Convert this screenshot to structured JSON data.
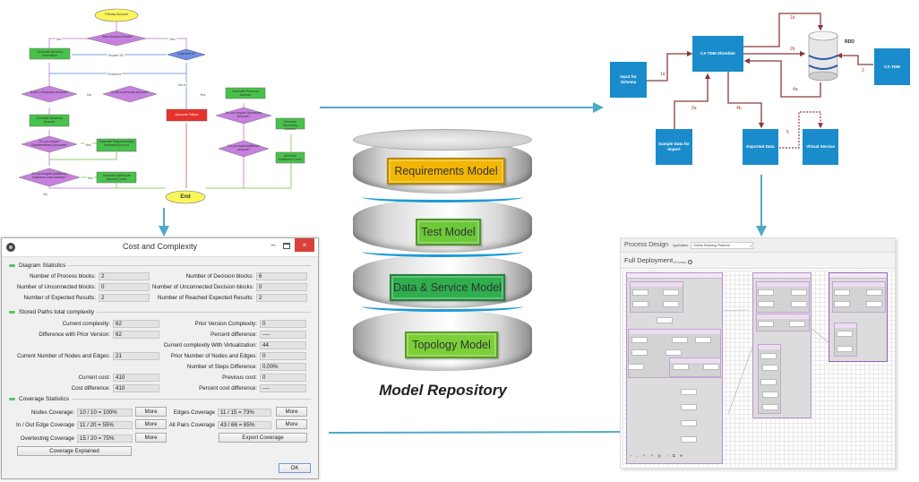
{
  "flowchart": {
    "start": "Primary Account",
    "end": "End",
    "nodes": [
      {
        "type": "decision",
        "label": "Have Account details?"
      },
      {
        "type": "process",
        "label": "Generate personal information"
      },
      {
        "type": "decision",
        "label": "Customer ID"
      },
      {
        "type": "decision",
        "label": "Is this a Business Account?"
      },
      {
        "type": "decision",
        "label": "Is this a personal account?"
      },
      {
        "type": "process",
        "label": "Generate Personal Account"
      },
      {
        "type": "failure",
        "label": "Accounts Failure"
      },
      {
        "type": "process",
        "label": "Generate Business Account"
      },
      {
        "type": "decision",
        "label": "Do you require Supplementary Accounts?"
      },
      {
        "type": "process",
        "label": "Generate Supplementary Business Account"
      },
      {
        "type": "decision",
        "label": "Do you require Additional Business Card holders?"
      },
      {
        "type": "process",
        "label": "Generate Additional Account Cards"
      },
      {
        "type": "decision",
        "label": "Do you require Secondary Account?"
      },
      {
        "type": "process",
        "label": "Generate Secondary Account"
      },
      {
        "type": "decision",
        "label": "Do you want additional account?"
      },
      {
        "type": "process",
        "label": "Generate Additional Cards"
      }
    ],
    "edge_labels": {
      "no": "No",
      "yes": "Yes",
      "invalid_id": "Invalid ID",
      "entered": "Entered",
      "no_id": "No ID"
    }
  },
  "dialog": {
    "title": "Cost and Complexity",
    "close_glyph": "×",
    "minimize_glyph": "–",
    "sections": {
      "diagram": "Diagram Statistics",
      "paths": "Stored Paths total complexity",
      "coverage": "Coverage Statistics"
    },
    "diagram_fields": [
      {
        "label": "Number of Process blocks:",
        "value": "2"
      },
      {
        "label": "Number of Decision blocks:",
        "value": "6"
      },
      {
        "label": "Number of Unconnected blocks:",
        "value": "0"
      },
      {
        "label": "Number of Unconnected Decision blocks:",
        "value": "0"
      },
      {
        "label": "Number of Expected Results:",
        "value": "2"
      },
      {
        "label": "Number of Reached Expected Results:",
        "value": "2"
      }
    ],
    "path_fields": {
      "current_complexity": {
        "label": "Current complexity:",
        "value": "62"
      },
      "prior_version_complexity": {
        "label": "Prior Version Complexity:",
        "value": "0"
      },
      "difference_prior": {
        "label": "Difference with Prior Version:",
        "value": "62"
      },
      "percent_difference": {
        "label": "Percent difference:",
        "value": "----"
      },
      "complexity_virtualization": {
        "label": "Current complexity With Virtualization:",
        "value": "44"
      },
      "current_nodes_edges": {
        "label": "Current Number of Nodes and Edges:",
        "value": "21"
      },
      "prior_nodes_edges": {
        "label": "Prior Number of Nodes and Edges:",
        "value": "0"
      },
      "steps_difference": {
        "label": "Number of Steps Difference:",
        "value": "0.00%"
      },
      "current_cost": {
        "label": "Current cost:",
        "value": "410"
      },
      "previous_cost": {
        "label": "Previous cost:",
        "value": "0"
      },
      "cost_difference": {
        "label": "Cost difference:",
        "value": "410"
      },
      "percent_cost_difference": {
        "label": "Percent cost difference:",
        "value": "----"
      }
    },
    "coverage": {
      "nodes": {
        "label": "Nodes Coverage:",
        "value": "10 / 10 = 100%"
      },
      "edges": {
        "label": "Edges Coverage",
        "value": "11 / 15 = 73%"
      },
      "inout": {
        "label": "In / Out Edge Coverage",
        "value": "11 / 20 = 55%"
      },
      "allpairs": {
        "label": "All Pairs Coverage",
        "value": "43 / 66 = 65%"
      },
      "overtesting": {
        "label": "Overtesting Coverage",
        "value": "15 / 20 = 75%"
      }
    },
    "buttons": {
      "more": "More",
      "export": "Export Coverage",
      "explained": "Coverage Explained",
      "ok": "OK"
    }
  },
  "tdm": {
    "boxes": {
      "shredder": "CA TDM Shredder",
      "input_schema": "Input for Schema",
      "ca_tdm": "CA TDM",
      "sample_data": "Sample Data for Import",
      "exported": "Exported Data",
      "virtual": "Virtual Service"
    },
    "db_label": "RDD",
    "edge_labels": {
      "e1a": "1a",
      "e1b": "1b",
      "e2a": "2a",
      "e2b": "2b",
      "e3": "3",
      "e4a": "4a",
      "e4b": "4b",
      "e5": "5"
    }
  },
  "repository": {
    "title": "Model Repository",
    "models": [
      {
        "label": "Requirements Model",
        "color": "#f2b705"
      },
      {
        "label": "Test Model",
        "color": "#6cc93a"
      },
      {
        "label": "Data & Service Model",
        "color": "#2fae4e"
      },
      {
        "label": "Topology Model",
        "color": "#7ccf38"
      }
    ]
  },
  "process_design": {
    "title": "Process Design",
    "application_label": "Application",
    "application_value": "Online Banking Platform",
    "deployment_title": "Full Deployment",
    "deployment_sub": "(Process)",
    "info_glyph": "i",
    "toolbar": [
      "+",
      "–",
      "↶",
      "↷",
      "▤",
      "⟋",
      "⧉",
      "✥"
    ]
  },
  "colors": {
    "connector": "#4fa9c9",
    "tdm_blue": "#1a8ccb",
    "tdm_arrow": "#8b3a3a",
    "dialog_close": "#d9403a",
    "section_dot": "#5bc35b"
  }
}
